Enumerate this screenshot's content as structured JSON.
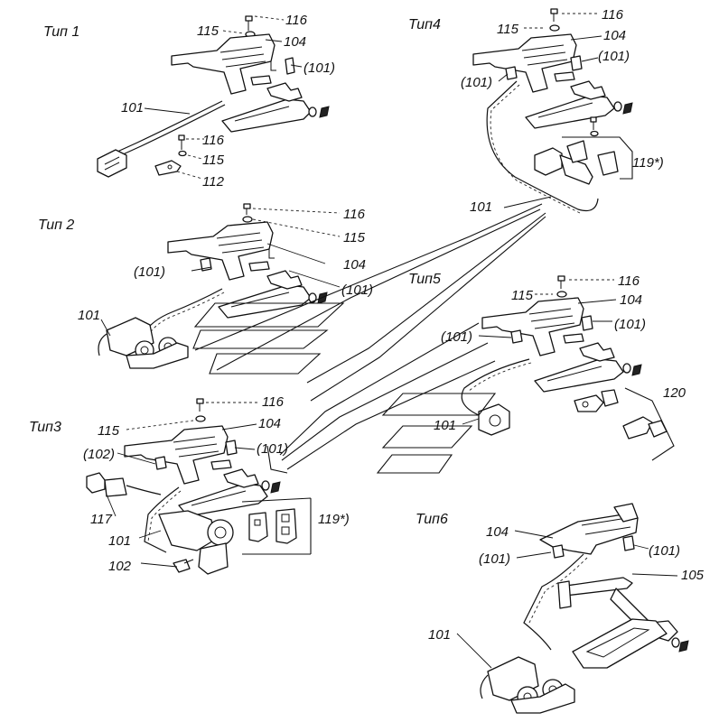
{
  "groups": [
    {
      "title": "Тип 1",
      "labels": {
        "a": "116",
        "b": "115",
        "c": "104",
        "d": "(101)",
        "e": "101",
        "f": "116",
        "g": "115",
        "h": "112"
      }
    },
    {
      "title": "Тип 2",
      "labels": {
        "a": "116",
        "b": "115",
        "c": "104",
        "d": "(101)",
        "e": "(101)",
        "f": "101"
      }
    },
    {
      "title": "Тип3",
      "labels": {
        "a": "116",
        "b": "115",
        "c": "104",
        "d": "(101)",
        "e": "(102)",
        "f": "117",
        "g": "101",
        "h": "102",
        "i": "119*)"
      }
    },
    {
      "title": "Тип4",
      "labels": {
        "a": "116",
        "b": "115",
        "c": "104",
        "d": "(101)",
        "e": "(101)",
        "f": "119*)",
        "g": "101"
      }
    },
    {
      "title": "Тип5",
      "labels": {
        "a": "116",
        "b": "115",
        "c": "104",
        "d": "(101)",
        "e": "(101)",
        "f": "101",
        "g": "120"
      }
    },
    {
      "title": "Тип6",
      "labels": {
        "a": "104",
        "b": "(101)",
        "c": "(101)",
        "d": "105",
        "e": "101"
      }
    }
  ]
}
